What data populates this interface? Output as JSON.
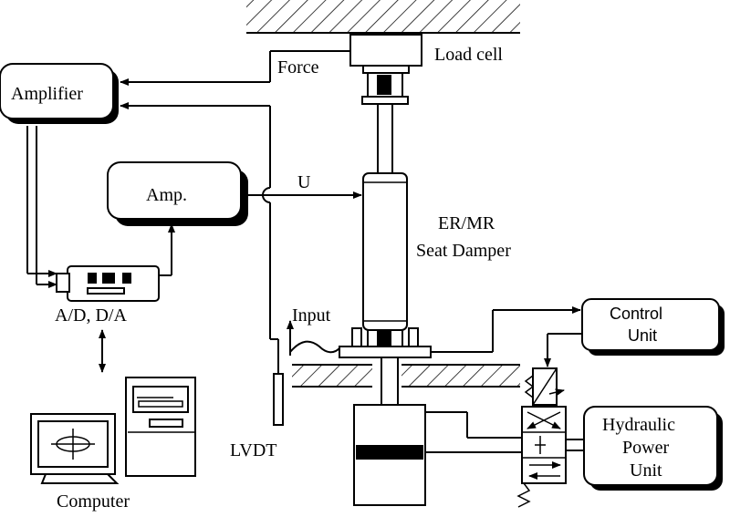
{
  "diagram": {
    "labels": {
      "load_cell": "Load cell",
      "force": "Force",
      "amplifier": "Amplifier",
      "amp": "Amp.",
      "u": "U",
      "damper_line1": "ER/MR",
      "damper_line2": "Seat Damper",
      "ad_da": "A/D, D/A",
      "input": "Input",
      "control_line1": "Control",
      "control_line2": "Unit",
      "lvdt": "LVDT",
      "hydraulic_line1": "Hydraulic",
      "hydraulic_line2": "Power",
      "hydraulic_line3": "Unit",
      "computer": "Computer"
    }
  }
}
